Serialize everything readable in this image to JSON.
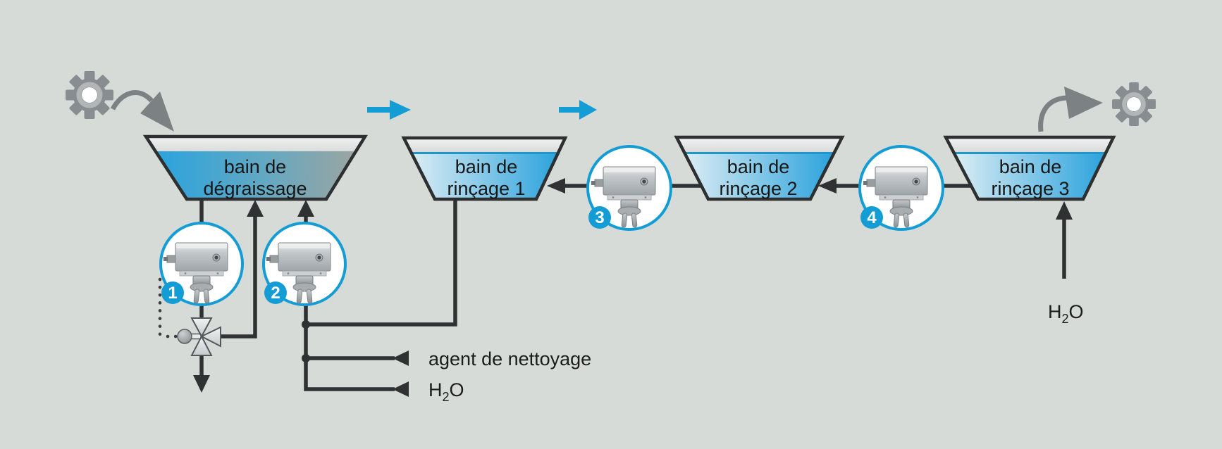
{
  "colors": {
    "background": "#d7dbd7",
    "accent_blue": "#149dd5",
    "water_blue": "#2aa4de",
    "line_dark": "#2f3133",
    "gear_gray": "#878d90"
  },
  "icons": {
    "input": "gear-icon",
    "output": "gear-icon",
    "flow": "blue-right-arrow",
    "sensor": "conductivity-sensor-photo"
  },
  "baths": [
    {
      "line1": "bain de",
      "line2": "dégraissage"
    },
    {
      "line1": "bain de",
      "line2": "rinçage 1"
    },
    {
      "line1": "bain de",
      "line2": "rinçage 2"
    },
    {
      "line1": "bain de",
      "line2": "rinçage 3"
    }
  ],
  "sensors": [
    {
      "number": "1"
    },
    {
      "number": "2"
    },
    {
      "number": "3"
    },
    {
      "number": "4"
    }
  ],
  "supplies": {
    "cleaning_agent": "agent de nettoyage",
    "water": {
      "h": "H",
      "sub": "2",
      "o": "O"
    }
  }
}
